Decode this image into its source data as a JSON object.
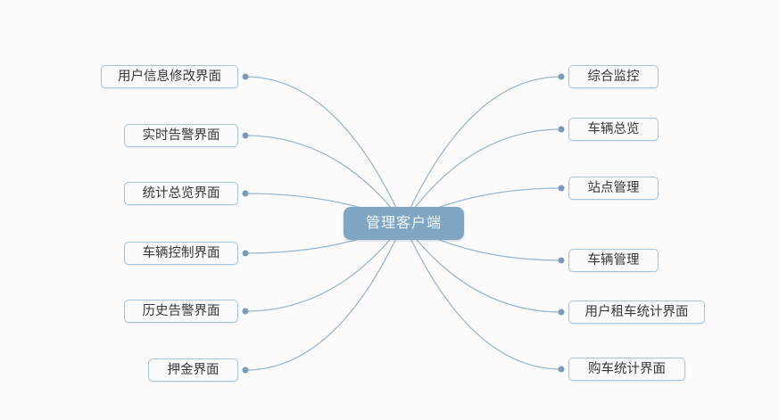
{
  "diagram": {
    "type": "mindmap",
    "center": {
      "label": "管理客户端"
    },
    "left_nodes": [
      {
        "label": "用户信息修改界面"
      },
      {
        "label": "实时告警界面"
      },
      {
        "label": "统计总览界面"
      },
      {
        "label": "车辆控制界面"
      },
      {
        "label": "历史告警界面"
      },
      {
        "label": "押金界面"
      }
    ],
    "right_nodes": [
      {
        "label": "综合监控"
      },
      {
        "label": "车辆总览"
      },
      {
        "label": "站点管理"
      },
      {
        "label": "车辆管理"
      },
      {
        "label": "用户租车统计界面"
      },
      {
        "label": "购车统计界面"
      }
    ],
    "colors": {
      "background": "#fbfbfb",
      "center_fill": "#7fa6c2",
      "center_text": "#f4f8fb",
      "node_fill": "#f8fafc",
      "node_border": "#a9c4da",
      "node_text": "#383838",
      "connector_line": "#9cb7ce",
      "connector_dot": "#7b9ab8"
    }
  }
}
